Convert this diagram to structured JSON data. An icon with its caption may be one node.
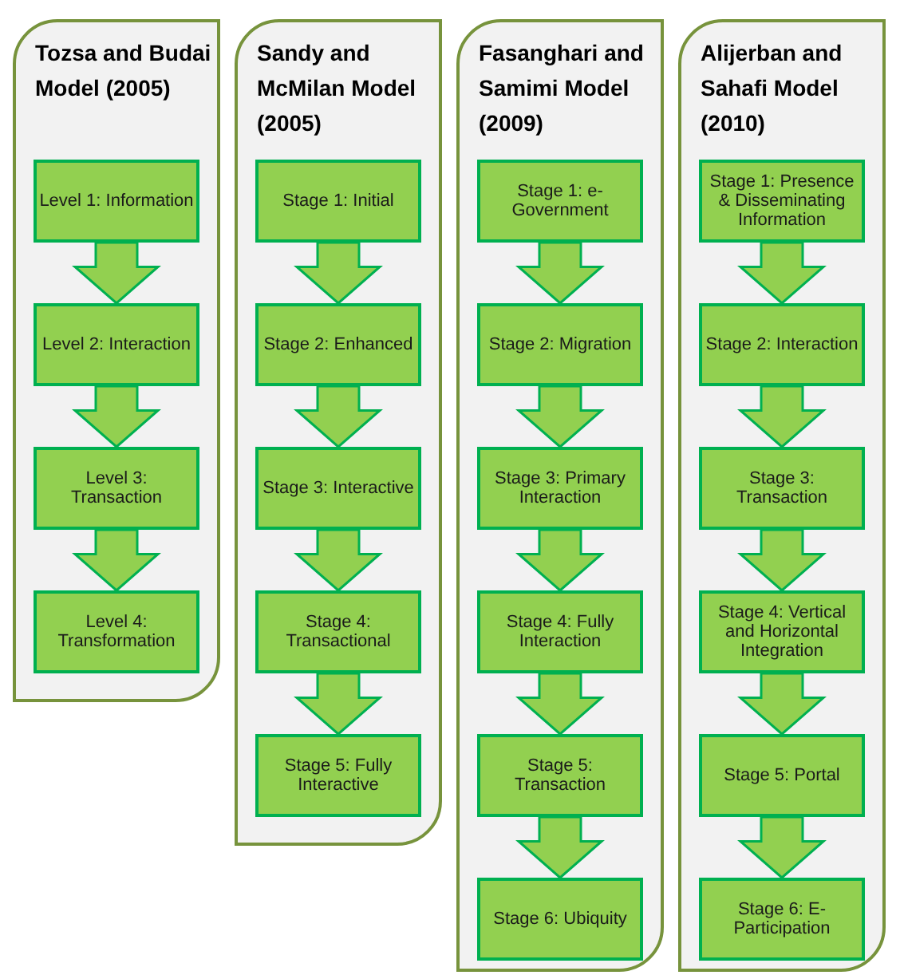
{
  "diagram": {
    "nodes": [
      {
        "text": [
          "Tozsa and Budai Model (2005)"
        ]
      },
      {
        "text": [
          "Level 1: Information"
        ],
        "in": 0
      },
      {
        "text": [
          "Level 2: Interaction"
        ],
        "in": 0
      },
      {
        "text": [
          "Level 3: Transaction"
        ],
        "in": 0
      },
      {
        "text": [
          "Level 4: Transformation"
        ],
        "in": 0
      },
      {
        "text": [
          "Sandy and McMilan Model (2005)"
        ]
      },
      {
        "text": [
          "Stage 1: Initial"
        ],
        "in": 5
      },
      {
        "text": [
          "Stage 2: Enhanced"
        ],
        "in": 5
      },
      {
        "text": [
          "Stage 3: Interactive"
        ],
        "in": 5
      },
      {
        "text": [
          "Stage 4: Transactional"
        ],
        "in": 5
      },
      {
        "text": [
          "Stage 5: Fully Interactive"
        ],
        "in": 5
      },
      {
        "text": [
          "Fasanghari and Samimi Model (2009)"
        ]
      },
      {
        "text": [
          "Stage 1: e-Government"
        ],
        "in": 11
      },
      {
        "text": [
          "Stage 2: Migration"
        ],
        "in": 11
      },
      {
        "text": [
          "Stage 3: Primary Interaction"
        ],
        "in": 11
      },
      {
        "text": [
          "Stage 4: Fully Interaction"
        ],
        "in": 11
      },
      {
        "text": [
          "Stage 5: Transaction"
        ],
        "in": 11
      },
      {
        "text": [
          "Stage 6: Ubiquity"
        ],
        "in": 11
      },
      {
        "text": [
          "Alijerban and Sahafi Model (2010)"
        ]
      },
      {
        "text": [
          "Stage 1: Presence & Disseminating Information"
        ],
        "in": 18
      },
      {
        "text": [
          "Stage 2: Interaction"
        ],
        "in": 18
      },
      {
        "text": [
          "Stage 3: Transaction"
        ],
        "in": 18
      },
      {
        "text": [
          "Stage 4: Vertical and Horizontal Integration"
        ],
        "in": 18
      },
      {
        "text": [
          "Stage 5: Portal"
        ],
        "in": 18
      },
      {
        "text": [
          "Stage 6: E-Participation"
        ],
        "in": 18
      }
    ],
    "edges": [
      {
        "from": 1,
        "to": 2,
        "arrow": "to"
      },
      {
        "from": 2,
        "to": 3,
        "arrow": "to"
      },
      {
        "from": 3,
        "to": 4,
        "arrow": "to"
      },
      {
        "from": 6,
        "to": 7,
        "arrow": "to"
      },
      {
        "from": 7,
        "to": 8,
        "arrow": "to"
      },
      {
        "from": 8,
        "to": 9,
        "arrow": "to"
      },
      {
        "from": 9,
        "to": 10,
        "arrow": "to"
      },
      {
        "from": 12,
        "to": 13,
        "arrow": "to"
      },
      {
        "from": 13,
        "to": 14,
        "arrow": "to"
      },
      {
        "from": 14,
        "to": 15,
        "arrow": "to"
      },
      {
        "from": 15,
        "to": 16,
        "arrow": "to"
      },
      {
        "from": 16,
        "to": 17,
        "arrow": "to"
      },
      {
        "from": 19,
        "to": 20,
        "arrow": "to"
      },
      {
        "from": 20,
        "to": 21,
        "arrow": "to"
      },
      {
        "from": 21,
        "to": 22,
        "arrow": "to"
      },
      {
        "from": 22,
        "to": 23,
        "arrow": "to"
      },
      {
        "from": 23,
        "to": 24,
        "arrow": "to"
      }
    ]
  }
}
